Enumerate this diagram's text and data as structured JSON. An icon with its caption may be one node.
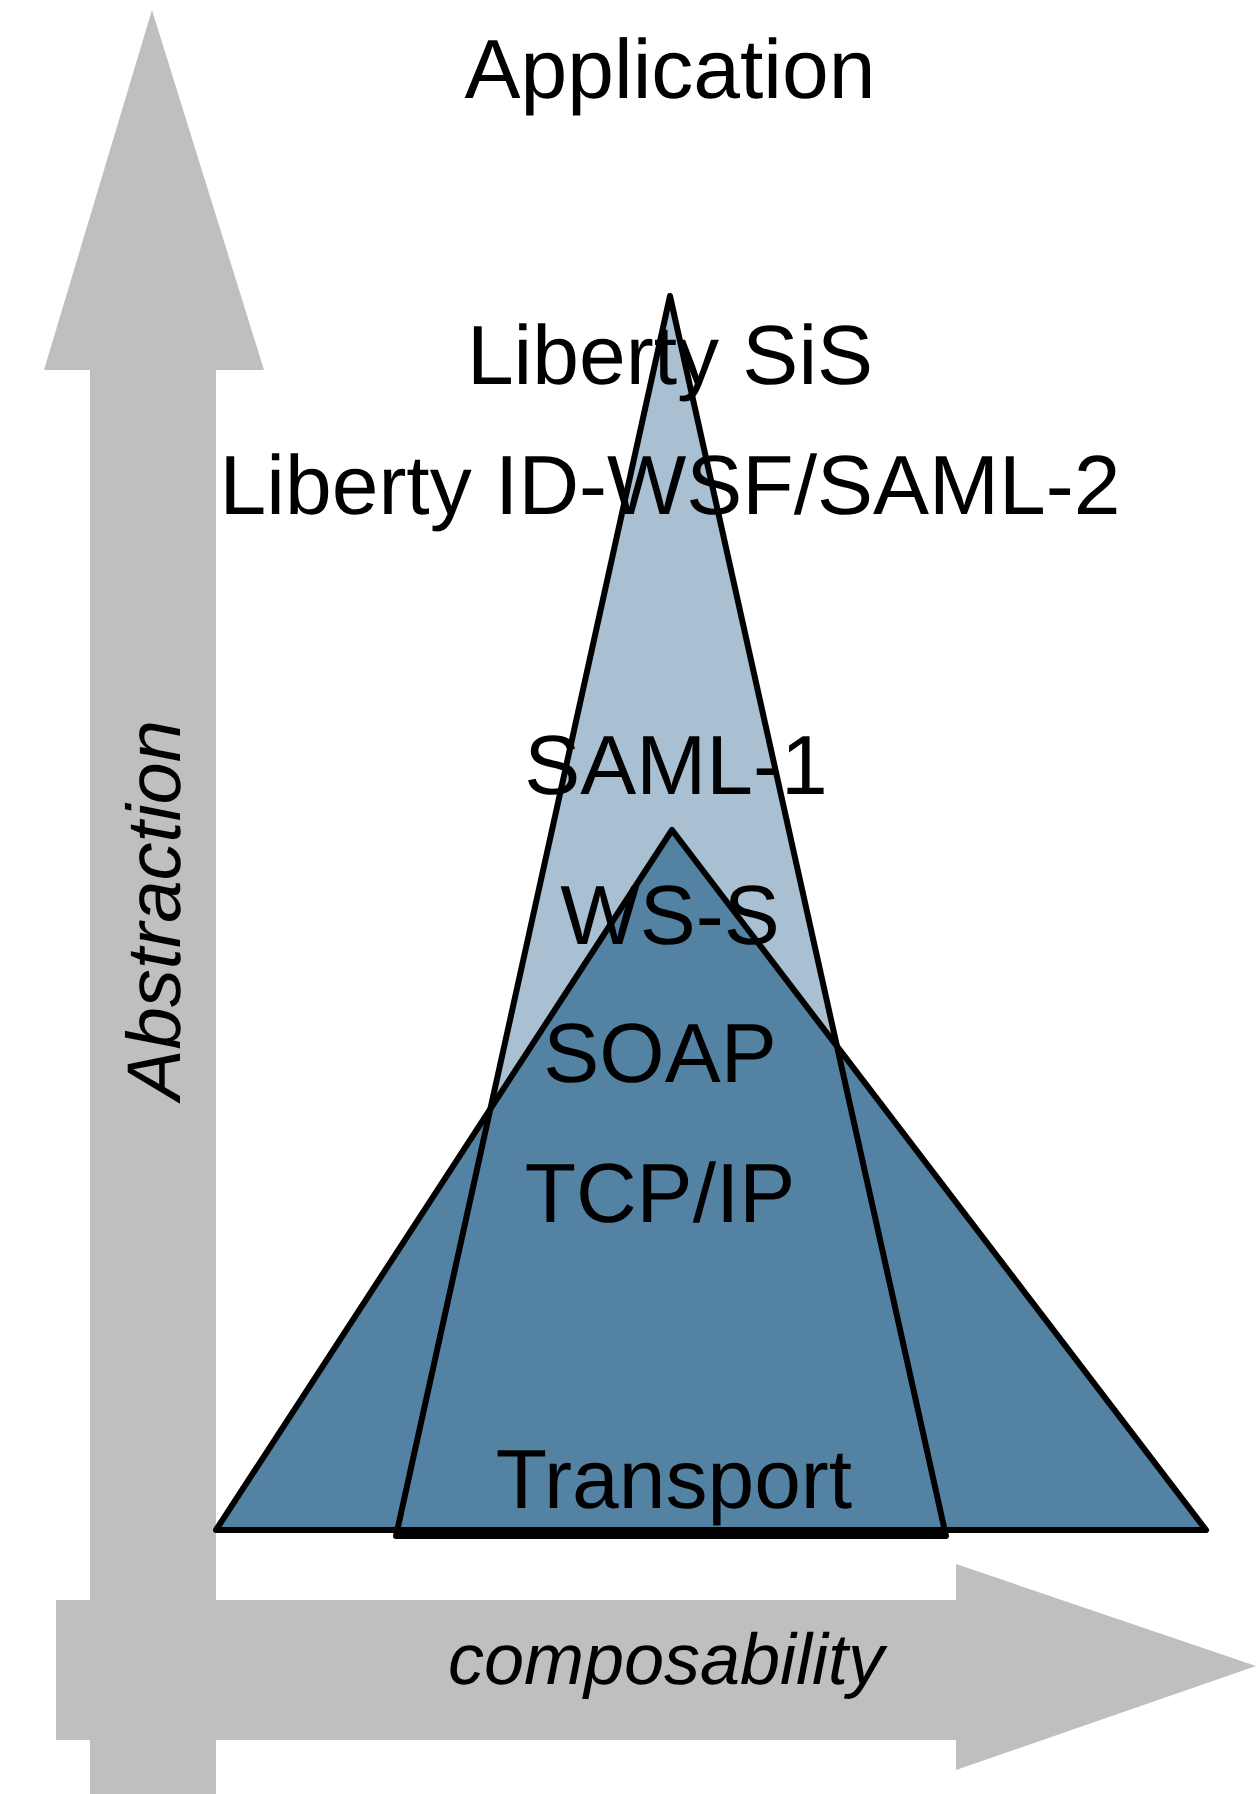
{
  "diagram": {
    "labels": [
      "Application",
      "Liberty SiS",
      "Liberty ID-WSF/SAML-2",
      "SAML-1",
      "WS-S",
      "SOAP",
      "TCP/IP",
      "Transport",
      "Abstraction",
      "composability"
    ]
  }
}
